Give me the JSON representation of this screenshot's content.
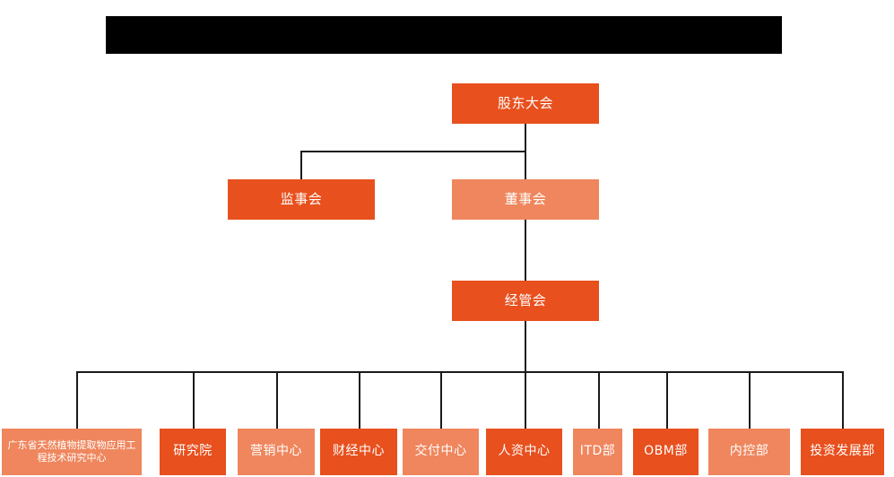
{
  "diagram": {
    "type": "org-chart",
    "title_banner": {
      "label": "",
      "redacted": true,
      "color": "#000000"
    },
    "colors": {
      "dark_orange": "#E8501E",
      "light_salmon": "#EF865D",
      "connector": "#1A1A1A",
      "background": "#FFFFFF",
      "text": "#FFFFFF"
    },
    "levels": {
      "level1": [
        {
          "id": "shareholders",
          "label": "股东大会",
          "shade": "dark"
        }
      ],
      "level2": [
        {
          "id": "supervisors",
          "label": "监事会",
          "shade": "dark"
        },
        {
          "id": "board",
          "label": "董事会",
          "shade": "light"
        }
      ],
      "level3": [
        {
          "id": "management-committee",
          "label": "经管会",
          "shade": "dark"
        }
      ],
      "departments": [
        {
          "id": "gd-research-center",
          "label": "广东省天然植物提取物应用工程技术研究中心",
          "shade": "light"
        },
        {
          "id": "research-institute",
          "label": "研究院",
          "shade": "dark"
        },
        {
          "id": "marketing-center",
          "label": "营销中心",
          "shade": "light"
        },
        {
          "id": "finance-center",
          "label": "财经中心",
          "shade": "dark"
        },
        {
          "id": "delivery-center",
          "label": "交付中心",
          "shade": "light"
        },
        {
          "id": "hr-center",
          "label": "人资中心",
          "shade": "dark"
        },
        {
          "id": "itd-dept",
          "label": "ITD部",
          "shade": "light"
        },
        {
          "id": "obm-dept",
          "label": "OBM部",
          "shade": "dark"
        },
        {
          "id": "internal-control-dept",
          "label": "内控部",
          "shade": "light"
        },
        {
          "id": "investment-development-dept",
          "label": "投资发展部",
          "shade": "dark"
        }
      ]
    }
  }
}
